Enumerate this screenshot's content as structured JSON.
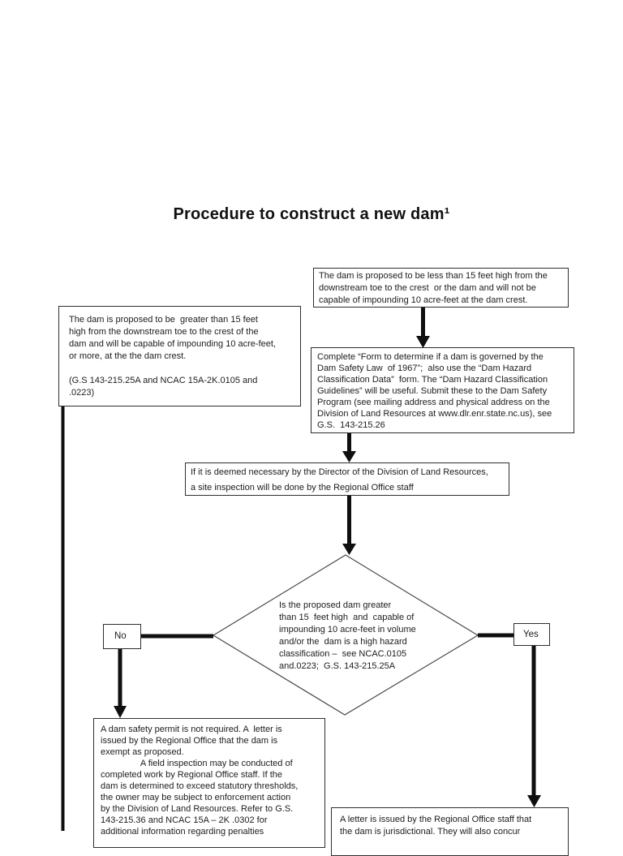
{
  "page": {
    "title": "Procedure to construct a new dam¹"
  },
  "flowchart": {
    "box_non_jurisdictional": {
      "text": "The dam is proposed to be less than 15 feet high from the\ndownstream toe to the crest  or the dam and will not be\ncapable of impounding 10 acre-feet at the dam crest."
    },
    "box_jurisdictional": {
      "text": "The dam is proposed to be  greater than 15 feet\nhigh from the downstream toe to the crest of the\ndam and will be capable of impounding 10 acre-feet,\nor more, at the the dam crest.\n\n(G.S 143-215.25A and NCAC 15A-2K.0105 and\n.0223)"
    },
    "box_complete_form": {
      "text": "Complete “Form to determine if a dam is governed by the\nDam Safety Law  of 1967”;  also use the “Dam Hazard\nClassification Data”  form. The “Dam Hazard Classification\nGuidelines” will be useful. Submit these to the Dam Safety\nProgram (see mailing address and physical address on the\nDivision of Land Resources at www.dlr.enr.state.nc.us), see\nG.S.  143-215.26"
    },
    "box_site_inspection": {
      "text": "If it is deemed necessary by the Director of the Division of Land Resources,\na site inspection will be done by the Regional Office staff"
    },
    "diamond_decision": {
      "text": "Is the proposed dam greater\nthan 15  feet high  and  capable of\nimpounding 10 acre-feet in volume\nand/or the  dam is a high hazard\nclassification –  see NCAC.0105\nand.0223;  G.S. 143-215.25A"
    },
    "label_no": "No",
    "label_yes": "Yes",
    "box_permit_not_required": {
      "text": "A dam safety permit is not required. A  letter is\nissued by the Regional Office that the dam is\nexempt as proposed.\n                A field inspection may be conducted of\ncompleted work by Regional Office staff. If the\ndam is determined to exceed statutory thresholds,\nthe owner may be subject to enforcement action\nby the Division of Land Resources. Refer to G.S.\n143-215.36 and NCAC 15A – 2K .0302 for\nadditional information regarding penalties"
    },
    "box_letter_jurisdictional": {
      "text": "A letter is issued by the Regional Office staff that\nthe dam is jurisdictional. They will also concur"
    }
  },
  "colors": {
    "background": "#ffffff",
    "text": "#1c1c1c",
    "box_border": "#2e2e2e",
    "diamond_stroke": "#4a4a4a",
    "arrow": "#0f0f0f"
  }
}
